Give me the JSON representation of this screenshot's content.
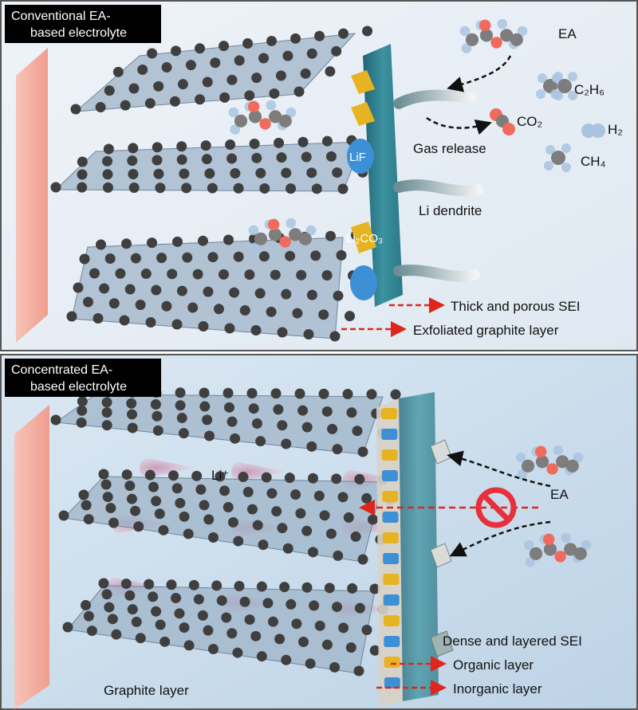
{
  "top_panel": {
    "title_line1": "Conventional EA-",
    "title_line2": "based electrolyte",
    "labels": {
      "ea": "EA",
      "c2h6": "C₂H₆",
      "co2": "CO₂",
      "h2": "H₂",
      "ch4": "CH₄",
      "gas_release": "Gas release",
      "lif": "LiF",
      "li_dendrite": "Li dendrite",
      "li2co3": "Li₂CO₃",
      "thick_sei": "Thick and porous SEI",
      "exfoliated": "Exfoliated graphite layer"
    }
  },
  "bottom_panel": {
    "title_line1": "Concentrated EA-",
    "title_line2": "based electrolyte",
    "labels": {
      "li_ion": "Li⁺",
      "ea": "EA",
      "dense_sei": "Dense and layered SEI",
      "organic": "Organic layer",
      "inorganic": "Inorganic layer",
      "graphite": "Graphite layer"
    }
  },
  "colors": {
    "top_bg": "#e6edf4",
    "bottom_bg": "#cfe0ee",
    "electrode": "#f4b3a6",
    "sheet": "#9fb4c8",
    "carbon": "#3f3f3f",
    "sei": "#2f7f8f",
    "arrow_red": "#e0261c",
    "oxygen": "#f06a5e",
    "hydrogen": "#a9c4e0",
    "li2co3": "#e6b422",
    "lif": "#3d8fd6"
  }
}
